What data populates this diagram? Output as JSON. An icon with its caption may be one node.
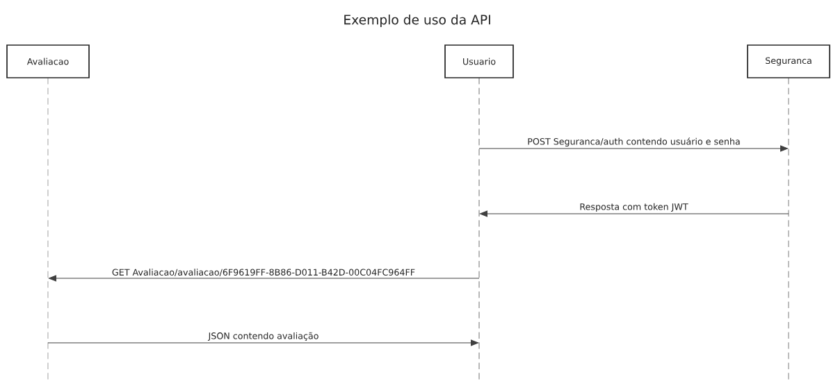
{
  "diagram": {
    "title": "Exemplo de uso da API",
    "nodes": [
      {
        "text": [
          "Avaliacao"
        ]
      },
      {
        "text": [
          "Usuario"
        ]
      },
      {
        "text": [
          "Seguranca"
        ]
      }
    ],
    "edges": [
      {
        "from": 1,
        "to": 2,
        "arrow": "to",
        "label": "POST Seguranca/auth contendo usuário e senha"
      },
      {
        "from": 2,
        "to": 1,
        "arrow": "to",
        "label": "Resposta com token JWT"
      },
      {
        "from": 1,
        "to": 0,
        "arrow": "to",
        "label": "GET Avaliacao/avaliacao/6F9619FF-8B86-D011-B42D-00C04FC964FF"
      },
      {
        "from": 0,
        "to": 1,
        "arrow": "to",
        "label": "JSON contendo avaliação"
      }
    ]
  }
}
